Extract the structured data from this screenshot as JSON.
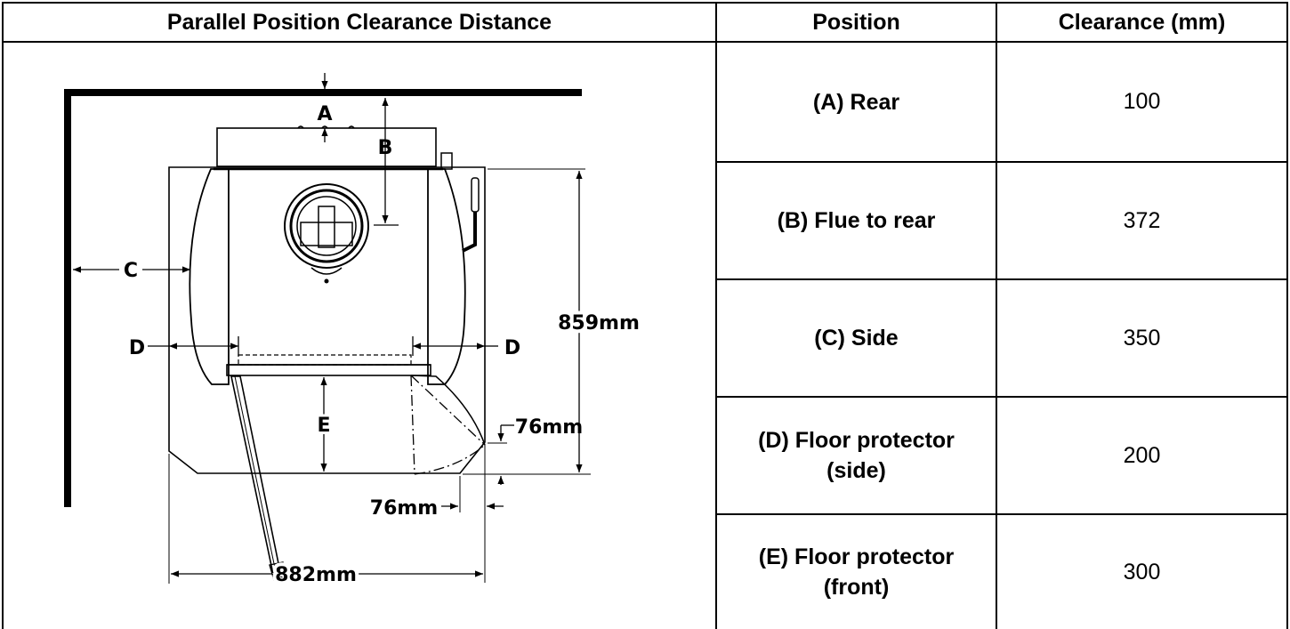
{
  "table": {
    "headers": {
      "diagram": "Parallel Position Clearance Distance",
      "position": "Position",
      "clearance": "Clearance (mm)"
    },
    "rows": [
      {
        "position": "(A) Rear",
        "clearance": "100"
      },
      {
        "position": "(B) Flue to rear",
        "clearance": "372"
      },
      {
        "position": "(C) Side",
        "clearance": "350"
      },
      {
        "position": "(D) Floor protector (side)",
        "clearance": "200"
      },
      {
        "position": "(E) Floor protector (front)",
        "clearance": "300"
      }
    ]
  },
  "diagram": {
    "labels": {
      "a": "A",
      "b": "B",
      "c": "C",
      "d_left": "D",
      "d_right": "D",
      "e": "E",
      "height": "859mm",
      "offset_side": "76mm",
      "offset_front": "76mm",
      "width": "882mm"
    }
  }
}
